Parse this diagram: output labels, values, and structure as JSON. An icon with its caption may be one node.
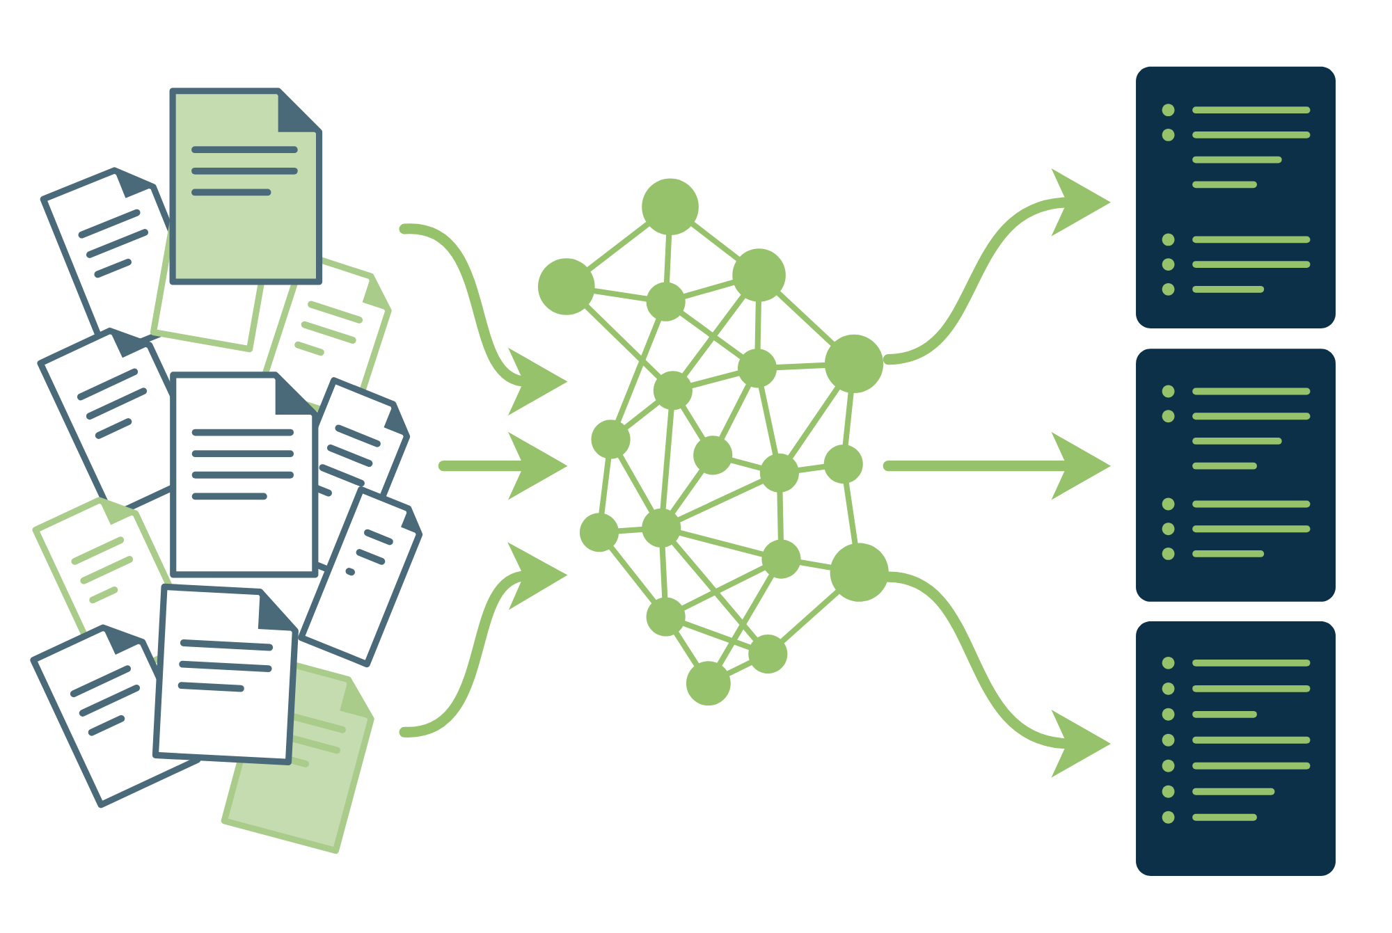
{
  "diagram": {
    "nodes": [
      {
        "text": [],
        "shape": "picture"
      },
      {
        "text": [],
        "shape": "picture"
      },
      {
        "text": [],
        "shape": "box"
      },
      {
        "text": [],
        "shape": "box"
      },
      {
        "text": [],
        "shape": "box"
      }
    ],
    "edges": [
      {
        "from": 0,
        "to": 1,
        "arrow": "to"
      },
      {
        "from": 0,
        "to": 1,
        "arrow": "to"
      },
      {
        "from": 0,
        "to": 1,
        "arrow": "to"
      },
      {
        "from": 1,
        "to": 2,
        "arrow": "to"
      },
      {
        "from": 1,
        "to": 3,
        "arrow": "to"
      },
      {
        "from": 1,
        "to": 4,
        "arrow": "to"
      }
    ]
  }
}
